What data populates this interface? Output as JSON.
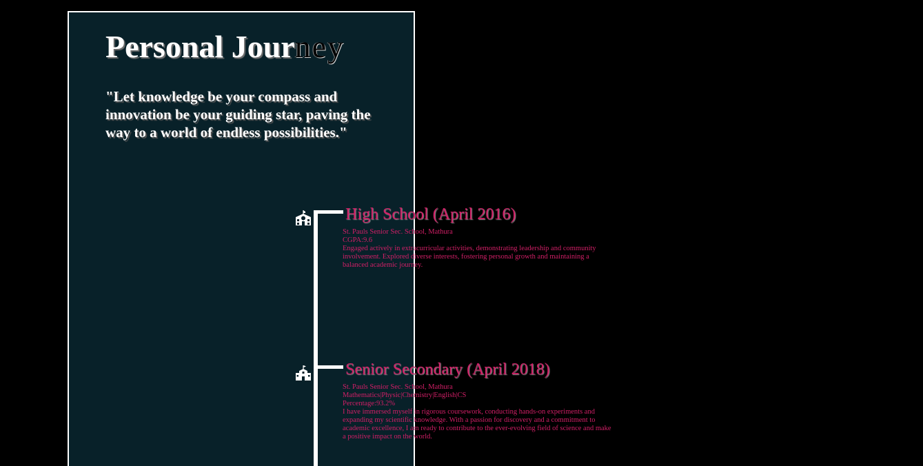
{
  "header": {
    "title_main": "Personal Jour",
    "title_faded": "ney",
    "quote": "\"Let knowledge be your compass and innovation be your guiding star, paving the way to a world of endless possibilities.\""
  },
  "timeline": [
    {
      "icon": "school-icon",
      "heading": "High School (April 2016)",
      "school": "St. Pauls Senior Sec. School, Mathura",
      "detail": "CGPA:9.6",
      "extra": "",
      "description": "Engaged actively in extracurricular activities, demonstrating leadership and community involvement. Explored diverse interests, fostering personal growth and maintaining a balanced academic journey."
    },
    {
      "icon": "school-building-icon",
      "heading": "Senior Secondary (April 2018)",
      "school": "St. Pauls Senior Sec. School, Mathura",
      "detail": "Mathematics|Physic|Chemistry|English|CS",
      "extra": "Percentage:93.2%",
      "description": "I have immersed myself in rigorous coursework, conducting hands-on experiments and expanding my scientific knowledge. With a passion for discovery and a commitment to academic excellence, I am ready to contribute to the ever-evolving field of science and make a positive impact on the world."
    }
  ],
  "colors": {
    "background": "#000000",
    "panel": "#082129",
    "accent": "#d21f67",
    "text": "#ffffff"
  }
}
